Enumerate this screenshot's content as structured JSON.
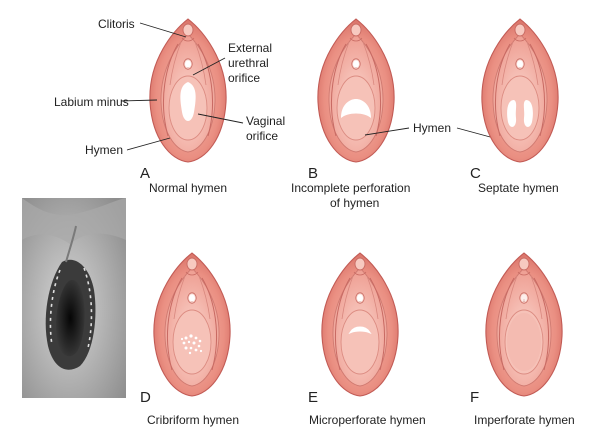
{
  "labels": {
    "clitoris": "Clitoris",
    "external_urethral_orifice_1": "External",
    "external_urethral_orifice_2": "urethral",
    "external_urethral_orifice_3": "orifice",
    "labium_minus": "Labium minus",
    "vaginal_orifice_1": "Vaginal",
    "vaginal_orifice_2": "orifice",
    "hymen_a": "Hymen",
    "hymen_bc": "Hymen"
  },
  "panels": [
    {
      "letter": "A",
      "caption_1": "Normal hymen",
      "caption_2": ""
    },
    {
      "letter": "B",
      "caption_1": "Incomplete perforation",
      "caption_2": "of hymen"
    },
    {
      "letter": "C",
      "caption_1": "Septate hymen",
      "caption_2": ""
    },
    {
      "letter": "D",
      "caption_1": "Cribriform hymen",
      "caption_2": ""
    },
    {
      "letter": "E",
      "caption_1": "Microperforate hymen",
      "caption_2": ""
    },
    {
      "letter": "F",
      "caption_1": "Imperforate hymen",
      "caption_2": ""
    }
  ],
  "colors": {
    "outer_tissue": "#ec9a8c",
    "outer_edge": "#c9605a",
    "inner_tissue": "#f3b7ac",
    "hymen": "#f8cfc6",
    "opening": "#ffffff",
    "photo_dark": "#1c1c1c",
    "photo_light": "#bdbdbd"
  }
}
